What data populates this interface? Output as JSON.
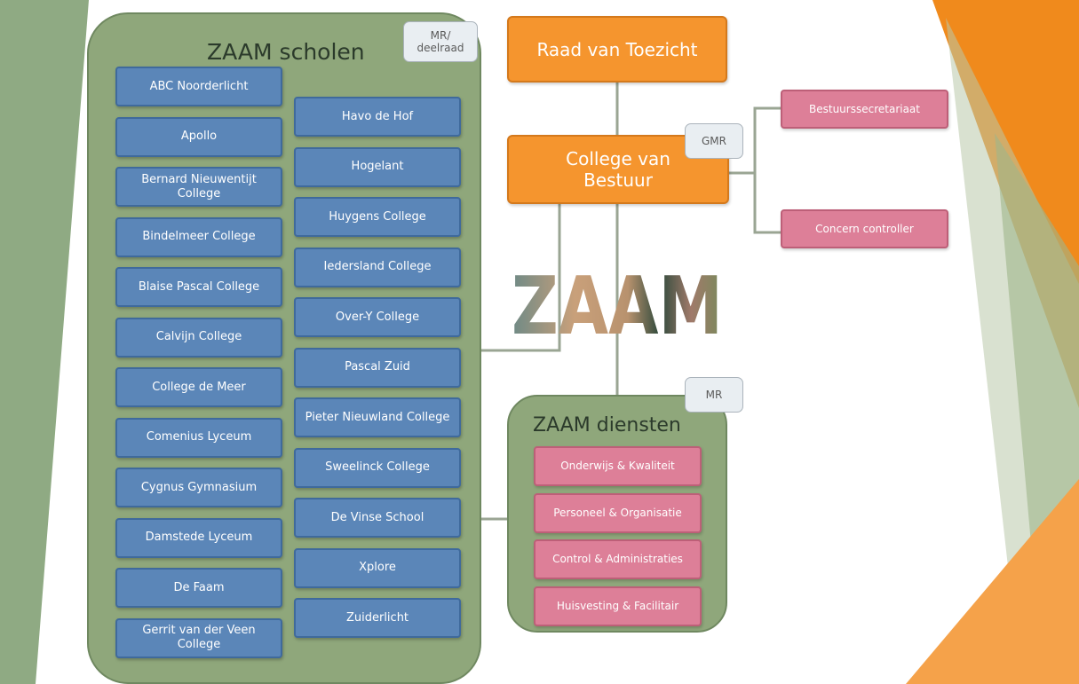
{
  "title": "ZAAM scholen",
  "scholen": {
    "badge": "MR/ deelraad",
    "left_column": [
      "ABC Noorderlicht",
      "Apollo",
      "Bernard Nieuwentijt College",
      "Bindelmeer College",
      "Blaise Pascal College",
      "Calvijn College",
      "College de Meer",
      "Comenius Lyceum",
      "Cygnus Gymnasium",
      "Damstede Lyceum",
      "De Faam",
      "Gerrit van der Veen College"
    ],
    "right_column": [
      "Havo de Hof",
      "Hogelant",
      "Huygens College",
      "Iedersland College",
      "Over-Y College",
      "Pascal Zuid",
      "Pieter Nieuwland College",
      "Sweelinck College",
      "De Vinse School",
      "Xplore",
      "Zuiderlicht"
    ]
  },
  "raad": {
    "label": "Raad van Toezicht"
  },
  "college": {
    "label": "College van Bestuur",
    "badge": "GMR"
  },
  "staff": {
    "secretariaat": "Bestuurssecretariaat",
    "controller": "Concern controller"
  },
  "logo": {
    "text": "ZAAM"
  },
  "diensten": {
    "title": "ZAAM diensten",
    "badge": "MR",
    "items": [
      "Onderwijs & Kwaliteit",
      "Personeel & Organisatie",
      "Control & Administraties",
      "Huisvesting & Facilitair"
    ]
  },
  "colors": {
    "panel": "#8fa77b",
    "school": "#5b86b8",
    "orange": "#f5952e",
    "pink": "#dd7f98",
    "badge": "#e9eef2"
  }
}
